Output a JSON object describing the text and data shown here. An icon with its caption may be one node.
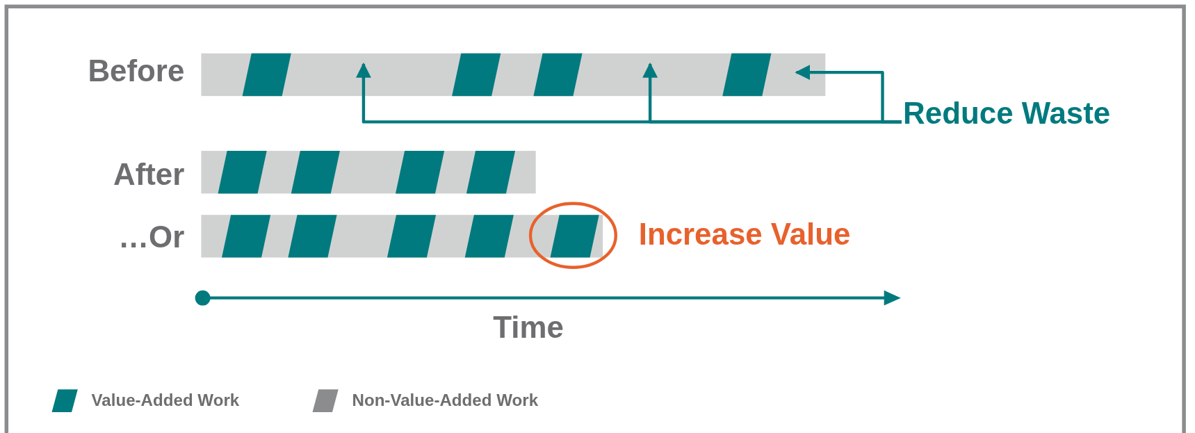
{
  "diagram": {
    "nodes": [
      {
        "text": [],
        "shape": "bar",
        "beside": [
          "Before"
        ]
      },
      {
        "text": [
          "Reduce Waste"
        ]
      }
    ],
    "edges": [
      {
        "from": 1,
        "to": 0,
        "arrow": "to"
      },
      {
        "from": 1,
        "to": 0,
        "arrow": "to"
      },
      {
        "from": 1,
        "to": 0,
        "arrow": "to"
      }
    ],
    "labels": [
      "After",
      "…Or",
      "Increase Value",
      "Time"
    ],
    "legend": [
      {
        "text": "Value-Added Work",
        "color": "#007a7e"
      },
      {
        "text": "Non-Value-Added Work",
        "color": "#8a8c8e"
      }
    ]
  }
}
